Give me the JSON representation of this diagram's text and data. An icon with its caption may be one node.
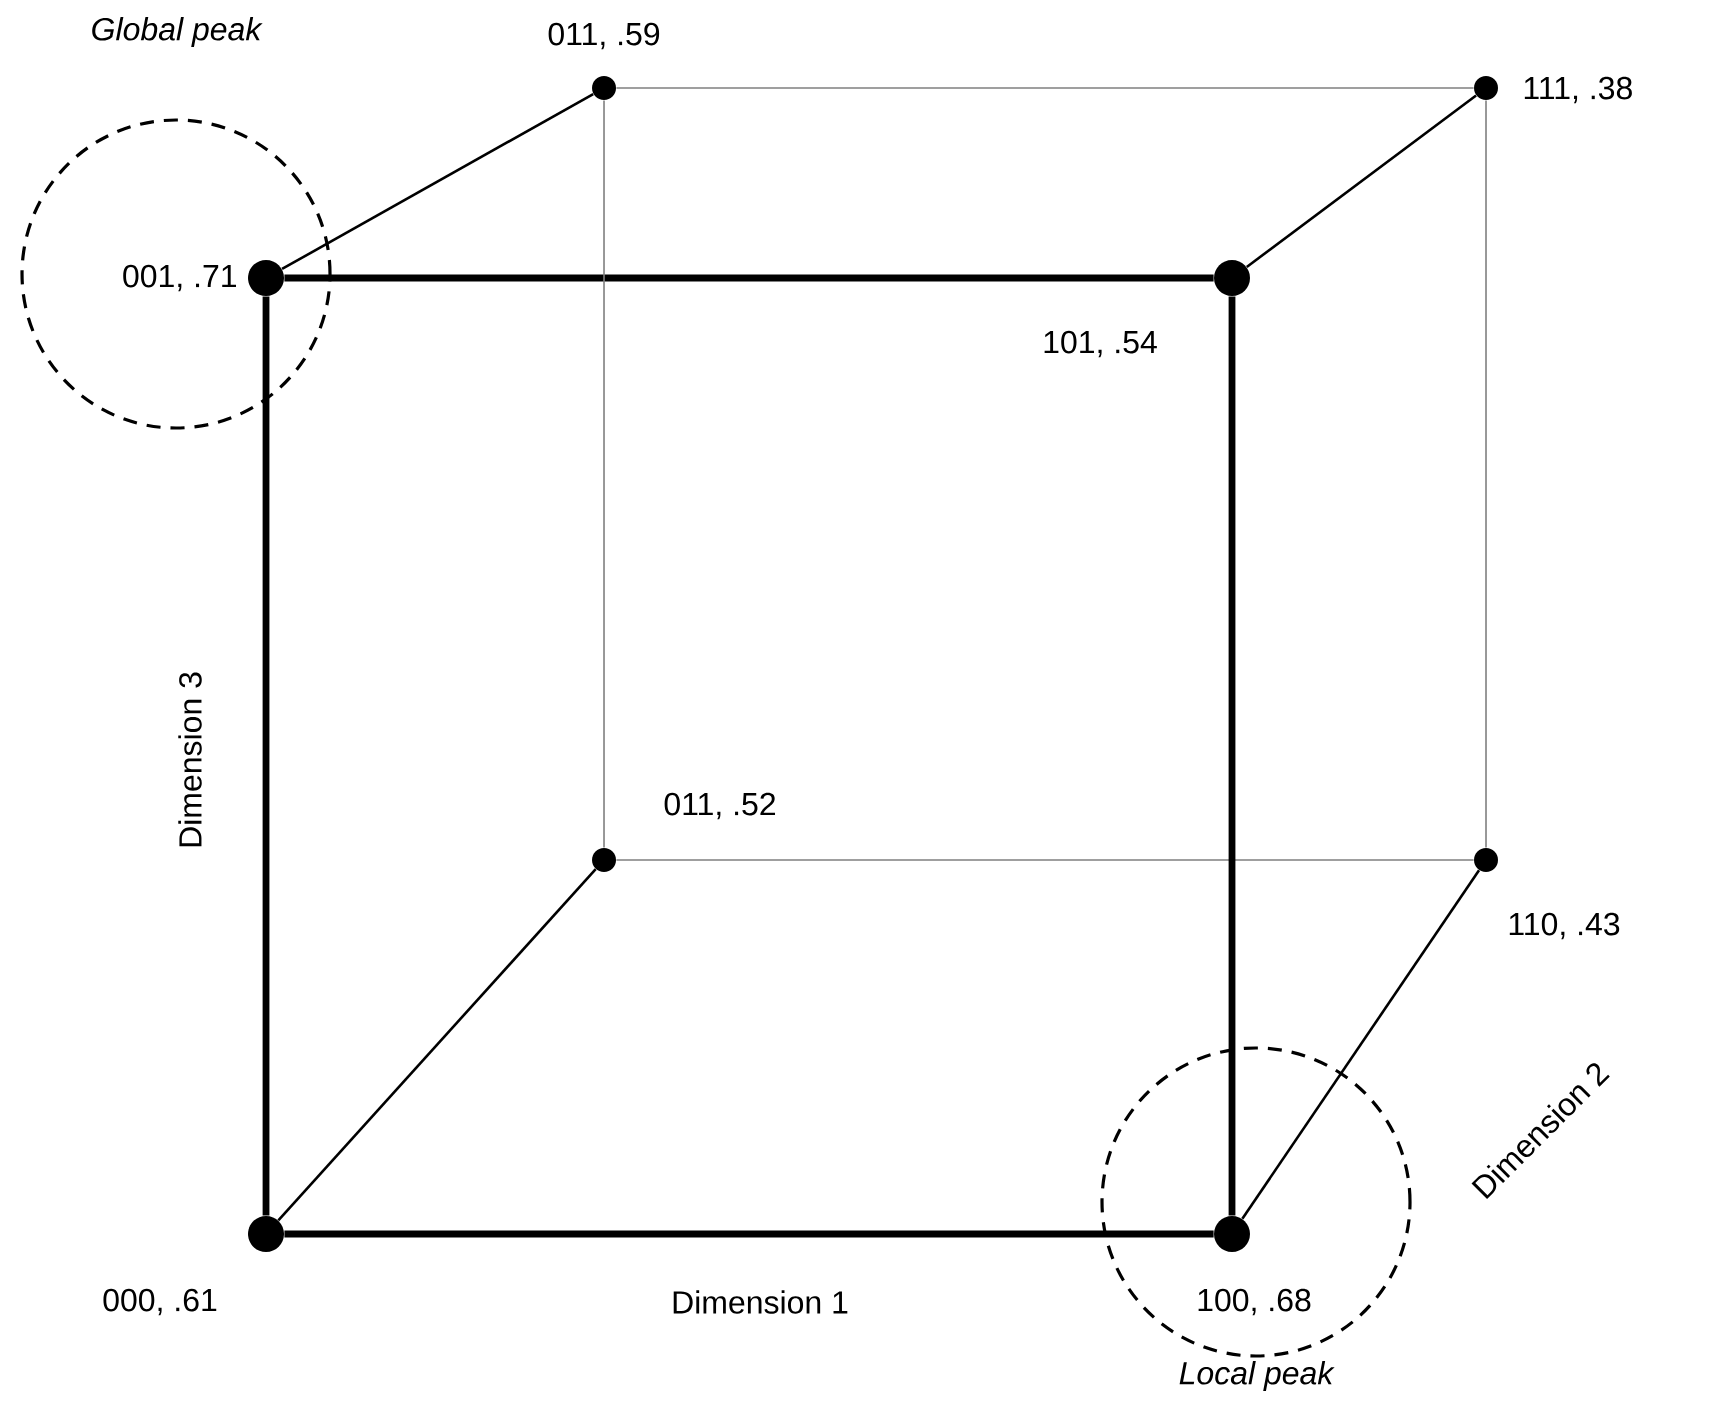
{
  "diagram": {
    "nodes": [
      {
        "text": [
          "Global peak"
        ]
      },
      {
        "text": [],
        "shape": "circle",
        "beside": [
          "001, .71"
        ],
        "in": 0
      },
      {
        "text": [],
        "shape": "circle",
        "beside": [
          "011, .59"
        ]
      },
      {
        "text": [],
        "shape": "circle",
        "beside": [
          "111, .38"
        ]
      },
      {
        "text": [],
        "shape": "circle",
        "beside": [
          "101, .54"
        ]
      },
      {
        "text": [],
        "shape": "circle",
        "beside": [
          "011, .52"
        ]
      },
      {
        "text": [],
        "shape": "circle",
        "beside": [
          "110, .43"
        ]
      },
      {
        "text": [],
        "shape": "circle",
        "beside": [
          "000, .61"
        ]
      },
      {
        "text": [
          "Local peak"
        ]
      },
      {
        "text": [],
        "shape": "circle",
        "beside": [
          "100, .68"
        ],
        "in": 8
      }
    ],
    "edges": [
      {
        "from": 1,
        "to": 2,
        "arrow": "none"
      },
      {
        "from": 2,
        "to": 3,
        "arrow": "none",
        "color": "#7f7f7f"
      },
      {
        "from": 1,
        "to": 4,
        "arrow": "none",
        "style": "thick"
      },
      {
        "from": 4,
        "to": 3,
        "arrow": "none"
      },
      {
        "from": 2,
        "to": 5,
        "arrow": "none",
        "color": "#7f7f7f"
      },
      {
        "from": 3,
        "to": 6,
        "arrow": "none",
        "color": "#7f7f7f"
      },
      {
        "from": 5,
        "to": 6,
        "arrow": "none",
        "color": "#7f7f7f"
      },
      {
        "from": 1,
        "to": 7,
        "arrow": "none",
        "style": "thick"
      },
      {
        "from": 4,
        "to": 9,
        "arrow": "none",
        "style": "thick"
      },
      {
        "from": 7,
        "to": 5,
        "arrow": "none"
      },
      {
        "from": 7,
        "to": 9,
        "arrow": "none",
        "style": "thick"
      },
      {
        "from": 9,
        "to": 6,
        "arrow": "none"
      }
    ],
    "labels": [
      "Dimension 3",
      "Dimension 1",
      "Dimension 2"
    ]
  }
}
